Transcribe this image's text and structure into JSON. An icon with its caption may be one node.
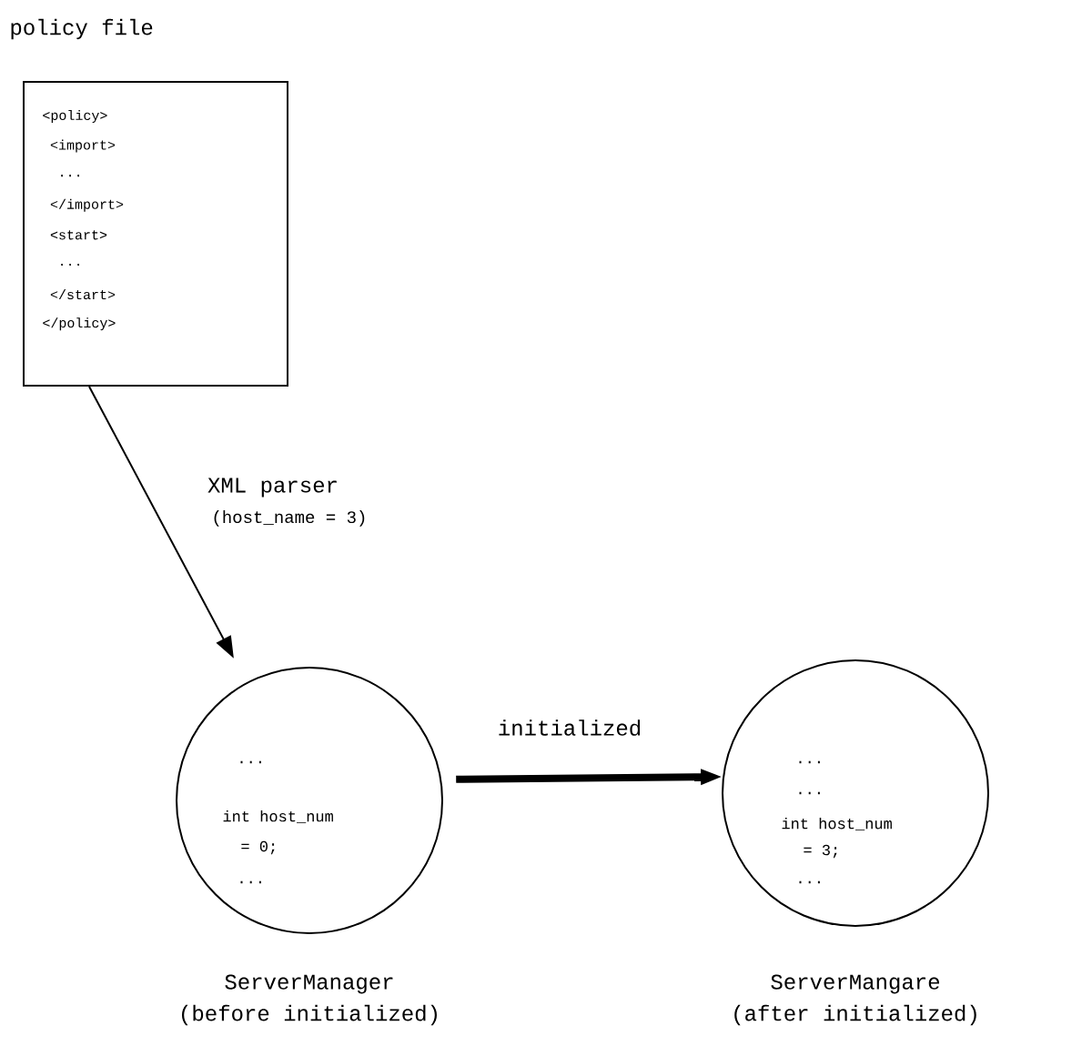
{
  "diagram": {
    "nodes": [
      {
        "text": [
          "policy file",
          "<policy>",
          "<import>",
          "...",
          "</import>",
          "<start>",
          "...",
          "</start>",
          "</policy>"
        ]
      },
      {
        "text": [
          "...",
          "int host_num",
          "= 0;",
          "..."
        ],
        "beside": [
          "ServerManager",
          "(before initialized)"
        ]
      },
      {
        "text": [
          "...",
          "...",
          "int host_num",
          "= 3;",
          "..."
        ],
        "beside": [
          "ServerMangare",
          "(after initialized)"
        ]
      }
    ],
    "edges": [
      {
        "from": 0,
        "to": 1,
        "arrow": "to",
        "label": "XML parser"
      },
      {
        "from": 1,
        "to": 2,
        "arrow": "to",
        "label": "initialized",
        "style": "thick"
      }
    ],
    "labels": [
      "(host_name = 3)"
    ]
  }
}
